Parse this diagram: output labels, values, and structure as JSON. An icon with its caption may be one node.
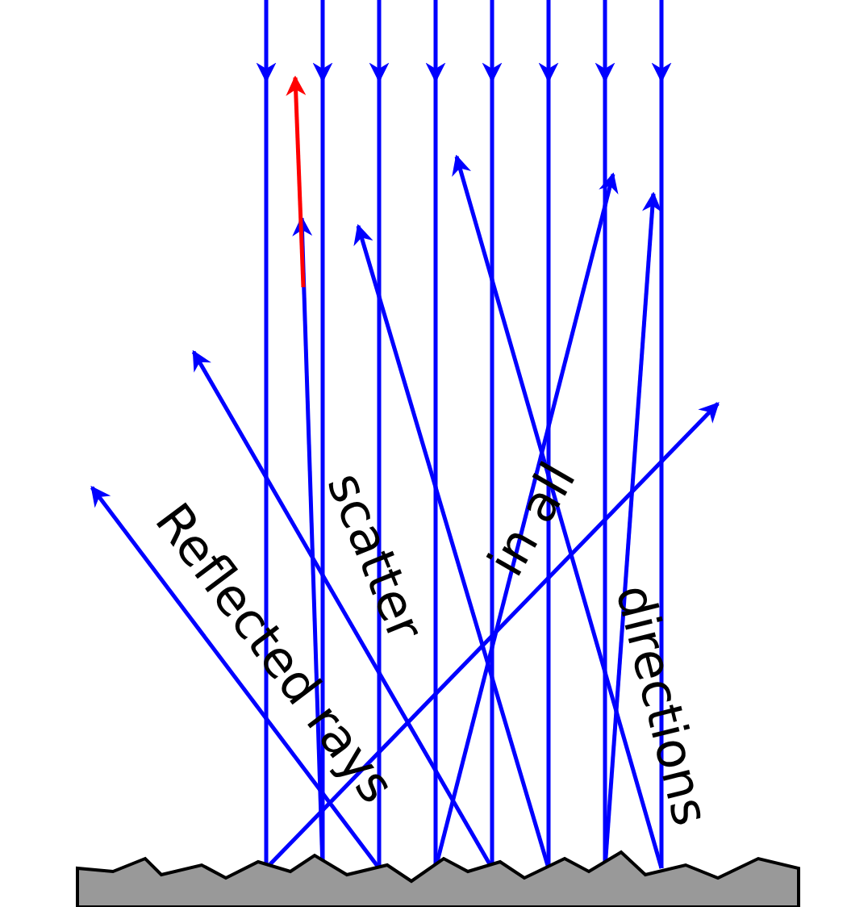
{
  "diagram": {
    "labels": [
      "Reflected rays",
      "scatter",
      "in all",
      "directions"
    ]
  }
}
